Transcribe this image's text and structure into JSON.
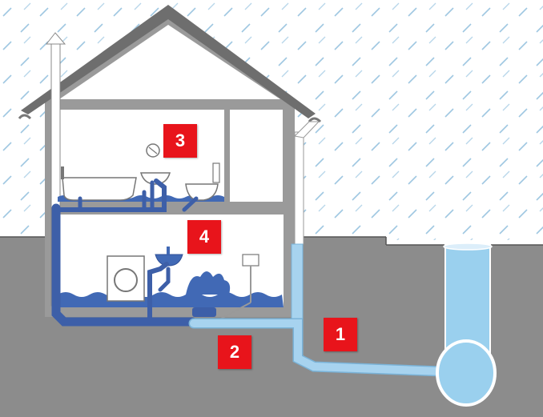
{
  "labels": {
    "one": "1",
    "two": "2",
    "three": "3",
    "four": "4"
  },
  "icons": {
    "rain": "rain-icon",
    "house": "house-icon",
    "bathtub": "bathtub-icon",
    "sink": "sink-icon",
    "toilet": "toilet-icon",
    "washing_machine": "washing-machine-icon",
    "boiler": "boiler-icon",
    "manhole": "manhole-icon",
    "sewer": "sewer-pipe-icon"
  },
  "colors": {
    "ground": "#8c8c8c",
    "house_wall": "#9a9a9a",
    "roof": "#6e6e6e",
    "wastewater_pipe": "#3d5fa8",
    "rainwater_pipe": "#a7d3ef",
    "flood_water": "#4169b5",
    "badge": "#e8141b"
  }
}
